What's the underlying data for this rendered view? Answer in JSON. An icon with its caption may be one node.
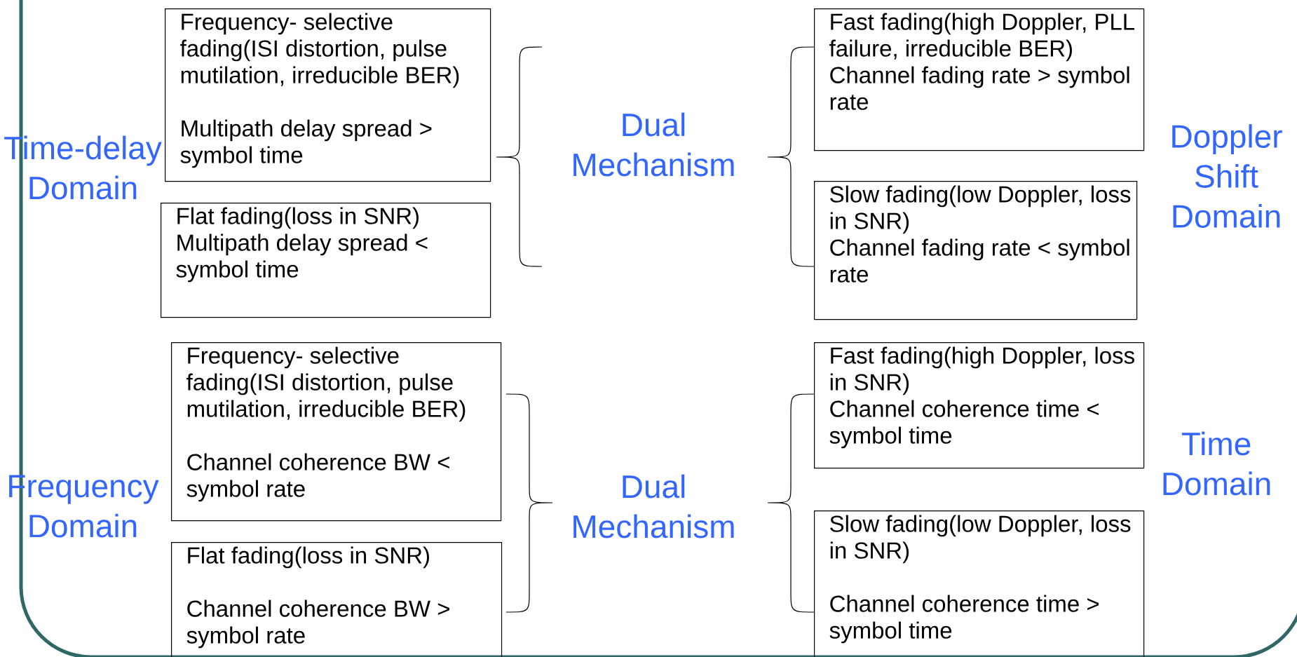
{
  "diagram": {
    "nodes": [
      {
        "text": [
          "Frequency- selective fading(ISI distortion, pulse mutilation, irreducible BER)",
          "Multipath delay spread > symbol time"
        ]
      },
      {
        "text": [
          "Flat fading(loss in SNR)",
          "Multipath delay spread < symbol time"
        ]
      },
      {
        "text": [
          "Fast fading(high Doppler, PLL failure, irreducible BER)",
          "Channel fading rate > symbol rate"
        ]
      },
      {
        "text": [
          "Slow fading(low Doppler, loss in SNR)",
          "Channel fading rate < symbol rate"
        ]
      },
      {
        "text": [
          "Frequency- selective fading(ISI distortion, pulse mutilation, irreducible BER)",
          "Channel coherence BW < symbol rate"
        ]
      },
      {
        "text": [
          "Flat fading(loss in SNR)",
          "Channel coherence BW > symbol rate"
        ]
      },
      {
        "text": [
          "Fast fading(high Doppler, loss in SNR)",
          "Channel coherence time < symbol time"
        ]
      },
      {
        "text": [
          "Slow fading(low Doppler, loss in SNR)",
          "Channel coherence time > symbol time"
        ]
      }
    ],
    "labels": [
      "Time-delay Domain",
      "Dual Mechanism",
      "Doppler Shift Domain",
      "Frequency Domain",
      "Dual Mechanism",
      "Time Domain"
    ]
  }
}
